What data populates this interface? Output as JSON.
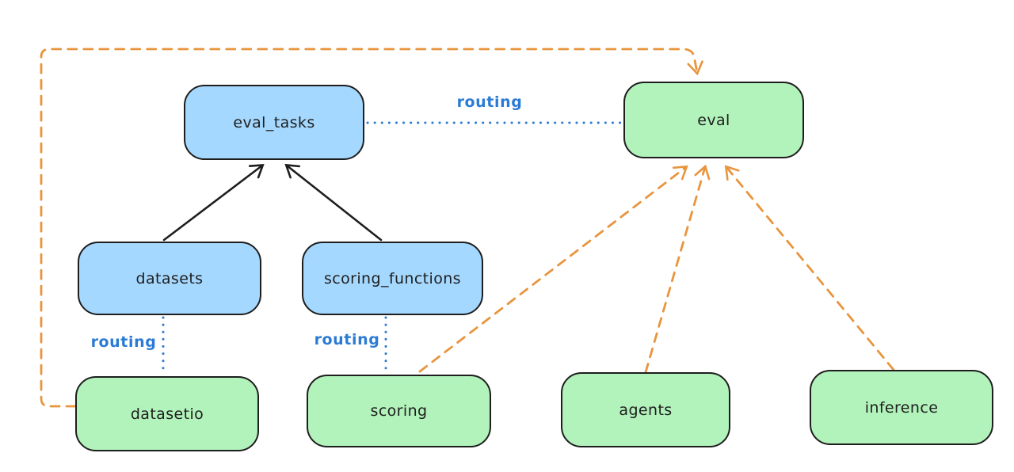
{
  "diagram": {
    "background": "#ffffff",
    "colors": {
      "blue_fill": "#a5d8ff",
      "green_fill": "#b2f2bb",
      "stroke": "#1e1e1e",
      "routing_blue": "#2b7bd4",
      "orange": "#e8953e"
    },
    "nodes": [
      {
        "id": "eval_tasks",
        "label": "eval_tasks",
        "fill": "blue_fill"
      },
      {
        "id": "eval",
        "label": "eval",
        "fill": "green_fill"
      },
      {
        "id": "datasets",
        "label": "datasets",
        "fill": "blue_fill"
      },
      {
        "id": "scoring_functions",
        "label": "scoring_functions",
        "fill": "blue_fill"
      },
      {
        "id": "datasetio",
        "label": "datasetio",
        "fill": "green_fill"
      },
      {
        "id": "scoring",
        "label": "scoring",
        "fill": "green_fill"
      },
      {
        "id": "agents",
        "label": "agents",
        "fill": "green_fill"
      },
      {
        "id": "inference",
        "label": "inference",
        "fill": "green_fill"
      }
    ],
    "edges": [
      {
        "from": "datasets",
        "to": "eval_tasks",
        "style": "solid black arrow"
      },
      {
        "from": "scoring_functions",
        "to": "eval_tasks",
        "style": "solid black arrow"
      },
      {
        "from": "eval_tasks",
        "to": "eval",
        "style": "dotted blue",
        "label": "routing"
      },
      {
        "from": "datasets",
        "to": "datasetio",
        "style": "dotted blue",
        "label": "routing"
      },
      {
        "from": "scoring_functions",
        "to": "scoring",
        "style": "dotted blue",
        "label": "routing"
      },
      {
        "from": "datasetio",
        "to": "eval",
        "style": "dashed orange arrow"
      },
      {
        "from": "scoring",
        "to": "eval",
        "style": "dashed orange arrow"
      },
      {
        "from": "agents",
        "to": "eval",
        "style": "dashed orange arrow"
      },
      {
        "from": "inference",
        "to": "eval",
        "style": "dashed orange arrow"
      }
    ]
  }
}
